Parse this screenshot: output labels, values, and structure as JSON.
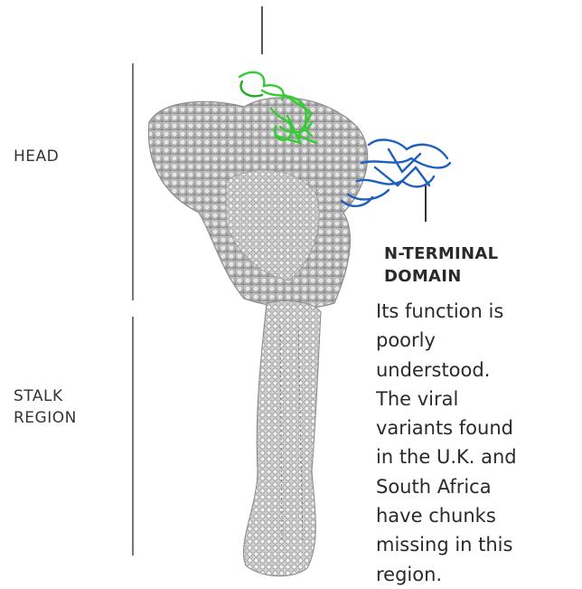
{
  "labels": {
    "head": "HEAD",
    "stalk_line1": "STALK",
    "stalk_line2": "REGION"
  },
  "callout": {
    "title_line1": "N-TERMINAL",
    "title_line2": "DOMAIN",
    "description_lines": [
      "Its function is",
      "poorly",
      "understood.",
      "The viral",
      "variants found",
      "in the U.K. and",
      "South Africa",
      "have chunks",
      "missing in this",
      "region."
    ]
  },
  "colors": {
    "protein_surface": "#bdbdbd",
    "highlight_green": "#33cc33",
    "highlight_blue": "#1e5fbf"
  }
}
